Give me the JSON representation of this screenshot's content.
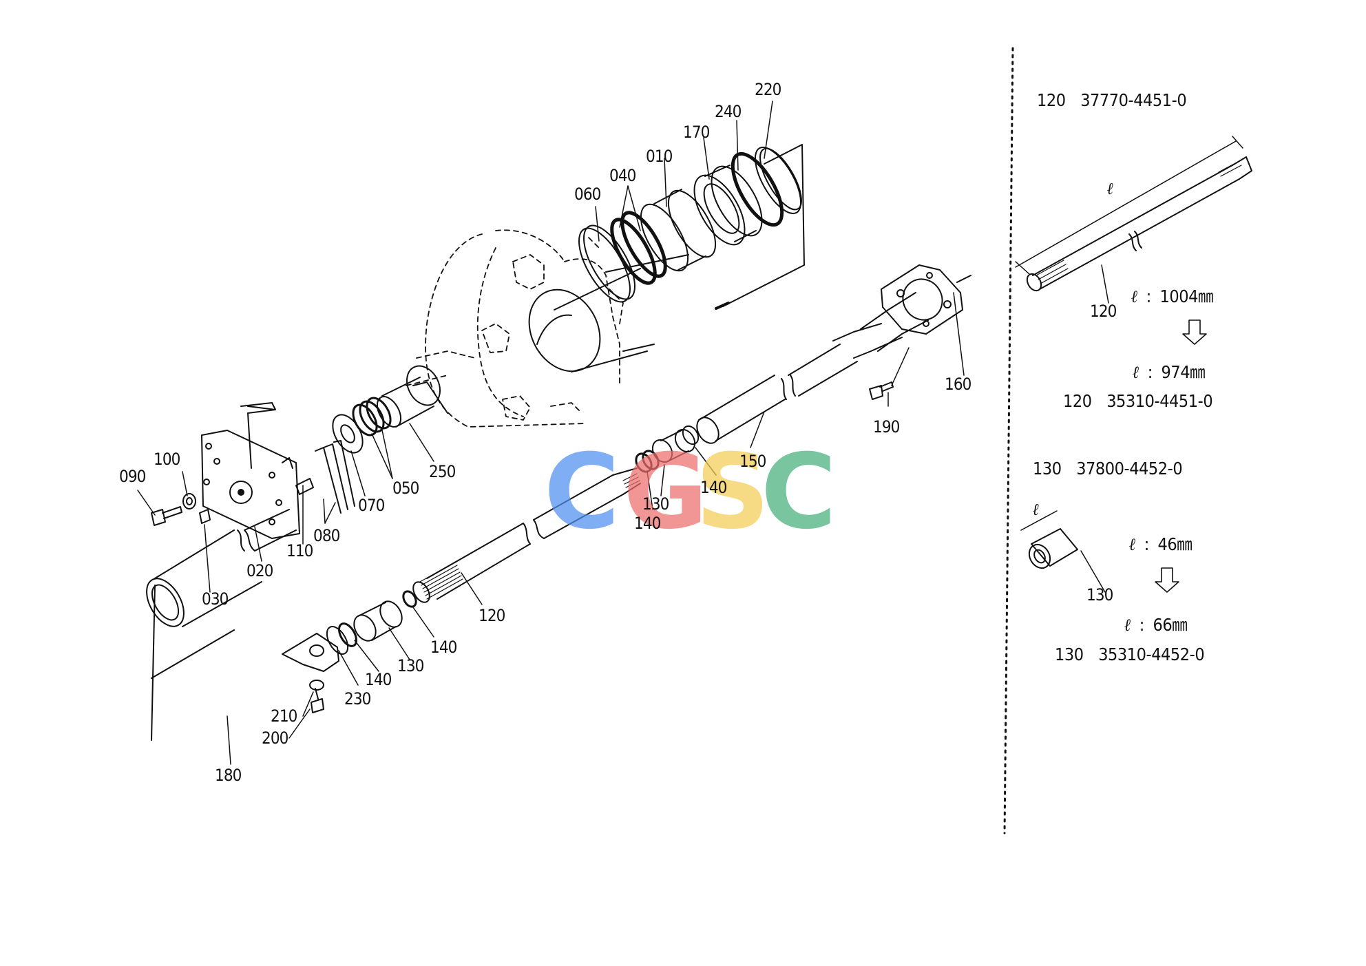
{
  "colors": {
    "ink": "#111111",
    "watermark_c1": "#4f8ff0",
    "watermark_g": "#ee6d6d",
    "watermark_s": "#f3cc55",
    "watermark_c2": "#46b07c"
  },
  "watermark": {
    "letters": [
      "C",
      "G",
      "S",
      "C"
    ]
  },
  "callouts": {
    "p220": "220",
    "p240": "240",
    "p170": "170",
    "p010": "010",
    "p040": "040",
    "p060": "060",
    "p160": "160",
    "p190": "190",
    "p150": "150",
    "p140a": "140",
    "p130a": "130",
    "p140b": "140",
    "p250": "250",
    "p050": "050",
    "p070": "070",
    "p080": "080",
    "p110": "110",
    "p100": "100",
    "p090": "090",
    "p020": "020",
    "p030": "030",
    "p120": "120",
    "p140c": "140",
    "p130b": "130",
    "p140d": "140",
    "p230": "230",
    "p210": "210",
    "p200": "200",
    "p180": "180"
  },
  "inset": {
    "shaft": {
      "old_ref": "120",
      "old_part": "37770-4451-0",
      "sym": "ℓ",
      "colon": ":",
      "old_len": "1004㎜",
      "new_len": "974㎜",
      "new_ref": "120",
      "new_part": "35310-4451-0",
      "callout": "120"
    },
    "collar": {
      "old_ref": "130",
      "old_part": "37800-4452-0",
      "sym": "ℓ",
      "colon": ":",
      "old_len": "46㎜",
      "new_len": "66㎜",
      "new_ref": "130",
      "new_part": "35310-4452-0",
      "callout": "130"
    }
  }
}
